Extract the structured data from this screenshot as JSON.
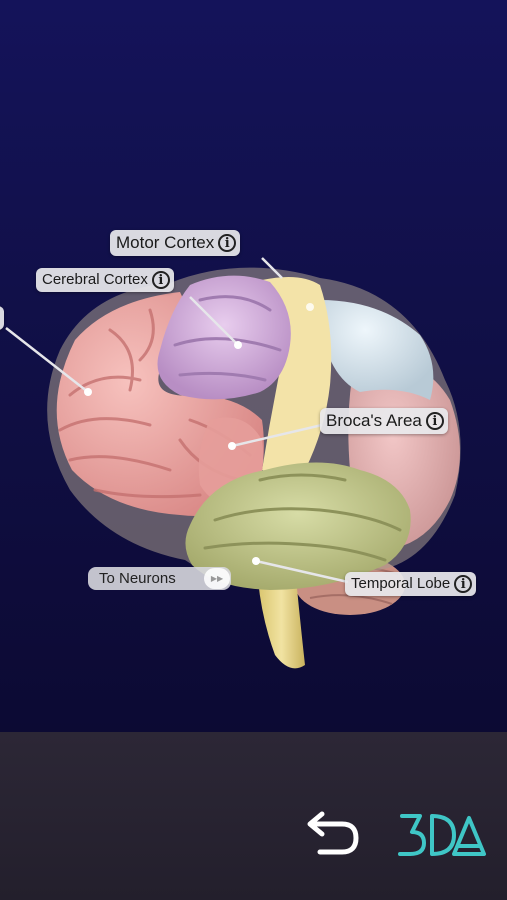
{
  "labels": {
    "motor_cortex": "Motor Cortex",
    "cerebral_cortex": "Cerebral Cortex",
    "brocas_area": "Broca's Area",
    "temporal_lobe": "Temporal Lobe"
  },
  "toggle": {
    "to_neurons_label": "To Neurons"
  },
  "icons": {
    "info": "info-icon",
    "back": "undo-arrow-icon",
    "logo": "3d4-logo"
  },
  "colors": {
    "background_top": "#14135a",
    "background_bottom": "#0c0a33",
    "bottom_bar": "#2a2534",
    "logo_accent": "#3fc6c6",
    "label_bg": "#e8e8ec"
  }
}
